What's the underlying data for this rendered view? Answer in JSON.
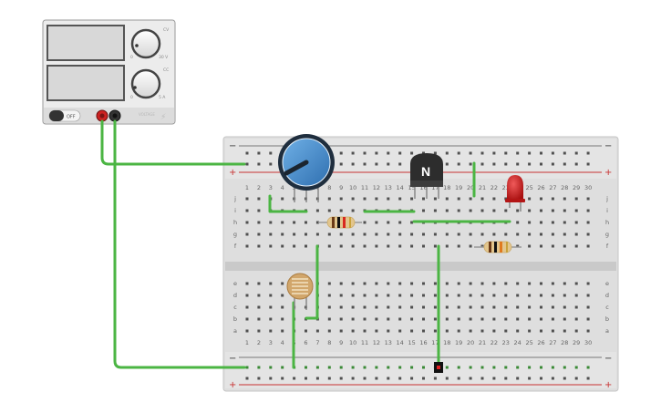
{
  "power_supply": {
    "switch_label": "OFF",
    "voltage_knob_label": "30 V",
    "current_knob_label": "5 A",
    "knob_min_label": "0",
    "cv_label": "CV",
    "cc_label": "CC",
    "brand_label": "VOLTAGE\nSUPPLY",
    "terminal_positive_color": "#cc2222",
    "terminal_negative_color": "#333333"
  },
  "breadboard": {
    "column_numbers": [
      "1",
      "2",
      "3",
      "4",
      "5",
      "6",
      "7",
      "8",
      "9",
      "10",
      "11",
      "12",
      "13",
      "14",
      "15",
      "16",
      "17",
      "18",
      "19",
      "20",
      "21",
      "22",
      "23",
      "24",
      "25",
      "26",
      "27",
      "28",
      "29",
      "30"
    ],
    "top_row_letters": [
      "j",
      "i",
      "h",
      "g",
      "f"
    ],
    "bottom_row_letters": [
      "e",
      "d",
      "c",
      "b",
      "a"
    ],
    "rail_minus": "−",
    "rail_plus": "+"
  },
  "components": {
    "transistor_label": "N",
    "led_color": "#cc1f1f",
    "potentiometer_color": "#3f86c9",
    "wire_color": "#4bb543"
  }
}
